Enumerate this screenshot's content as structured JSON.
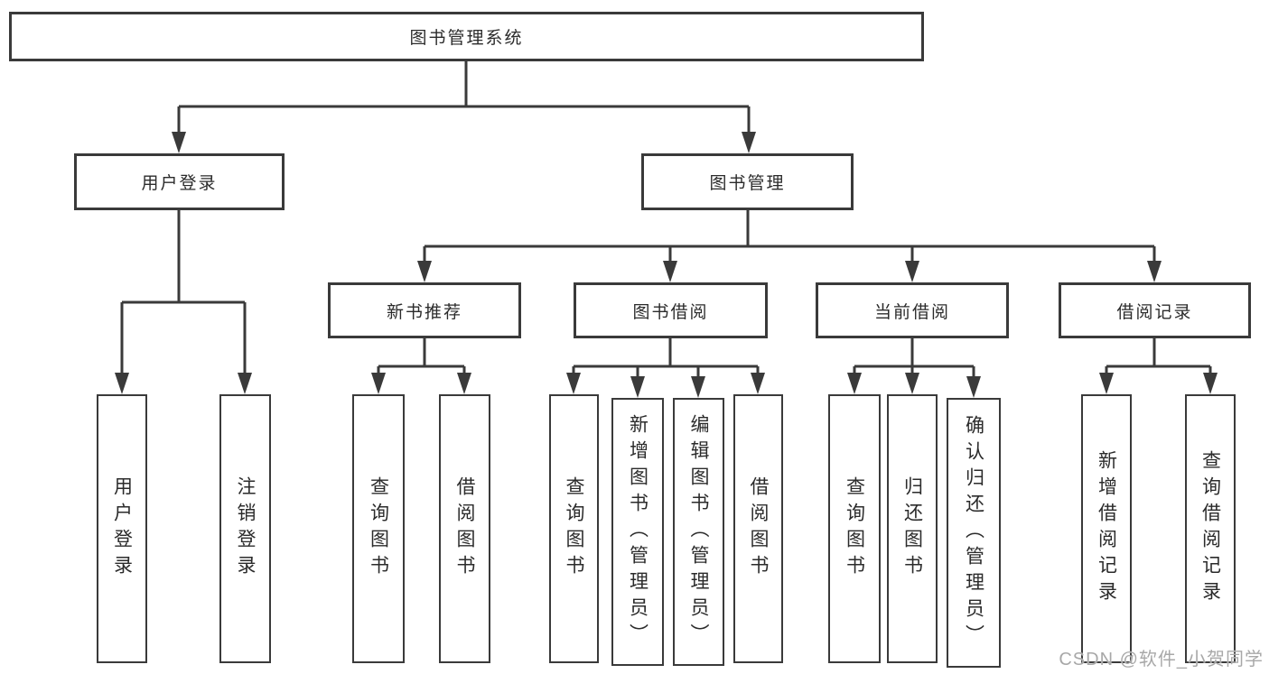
{
  "diagram": {
    "root": {
      "label": "图书管理系统",
      "children": [
        {
          "label": "用户登录",
          "children": [
            {
              "label": "用户登录"
            },
            {
              "label": "注销登录"
            }
          ]
        },
        {
          "label": "图书管理",
          "children": [
            {
              "label": "新书推荐",
              "children": [
                {
                  "label": "查询图书"
                },
                {
                  "label": "借阅图书"
                }
              ]
            },
            {
              "label": "图书借阅",
              "children": [
                {
                  "label": "查询图书"
                },
                {
                  "label": "新增图书（管理员）"
                },
                {
                  "label": "编辑图书（管理员）"
                },
                {
                  "label": "借阅图书"
                }
              ]
            },
            {
              "label": "当前借阅",
              "children": [
                {
                  "label": "查询图书"
                },
                {
                  "label": "归还图书"
                },
                {
                  "label": "确认归还（管理员）"
                }
              ]
            },
            {
              "label": "借阅记录",
              "children": [
                {
                  "label": "新增借阅记录"
                },
                {
                  "label": "查询借阅记录"
                }
              ]
            }
          ]
        }
      ]
    },
    "watermark": "CSDN @软件_小贺同学",
    "colors": {
      "line": "#3a3a3a",
      "box_border": "#3a3a3a",
      "text": "#2b2b2b",
      "watermark": "#a8a8a8",
      "background": "#ffffff"
    }
  }
}
